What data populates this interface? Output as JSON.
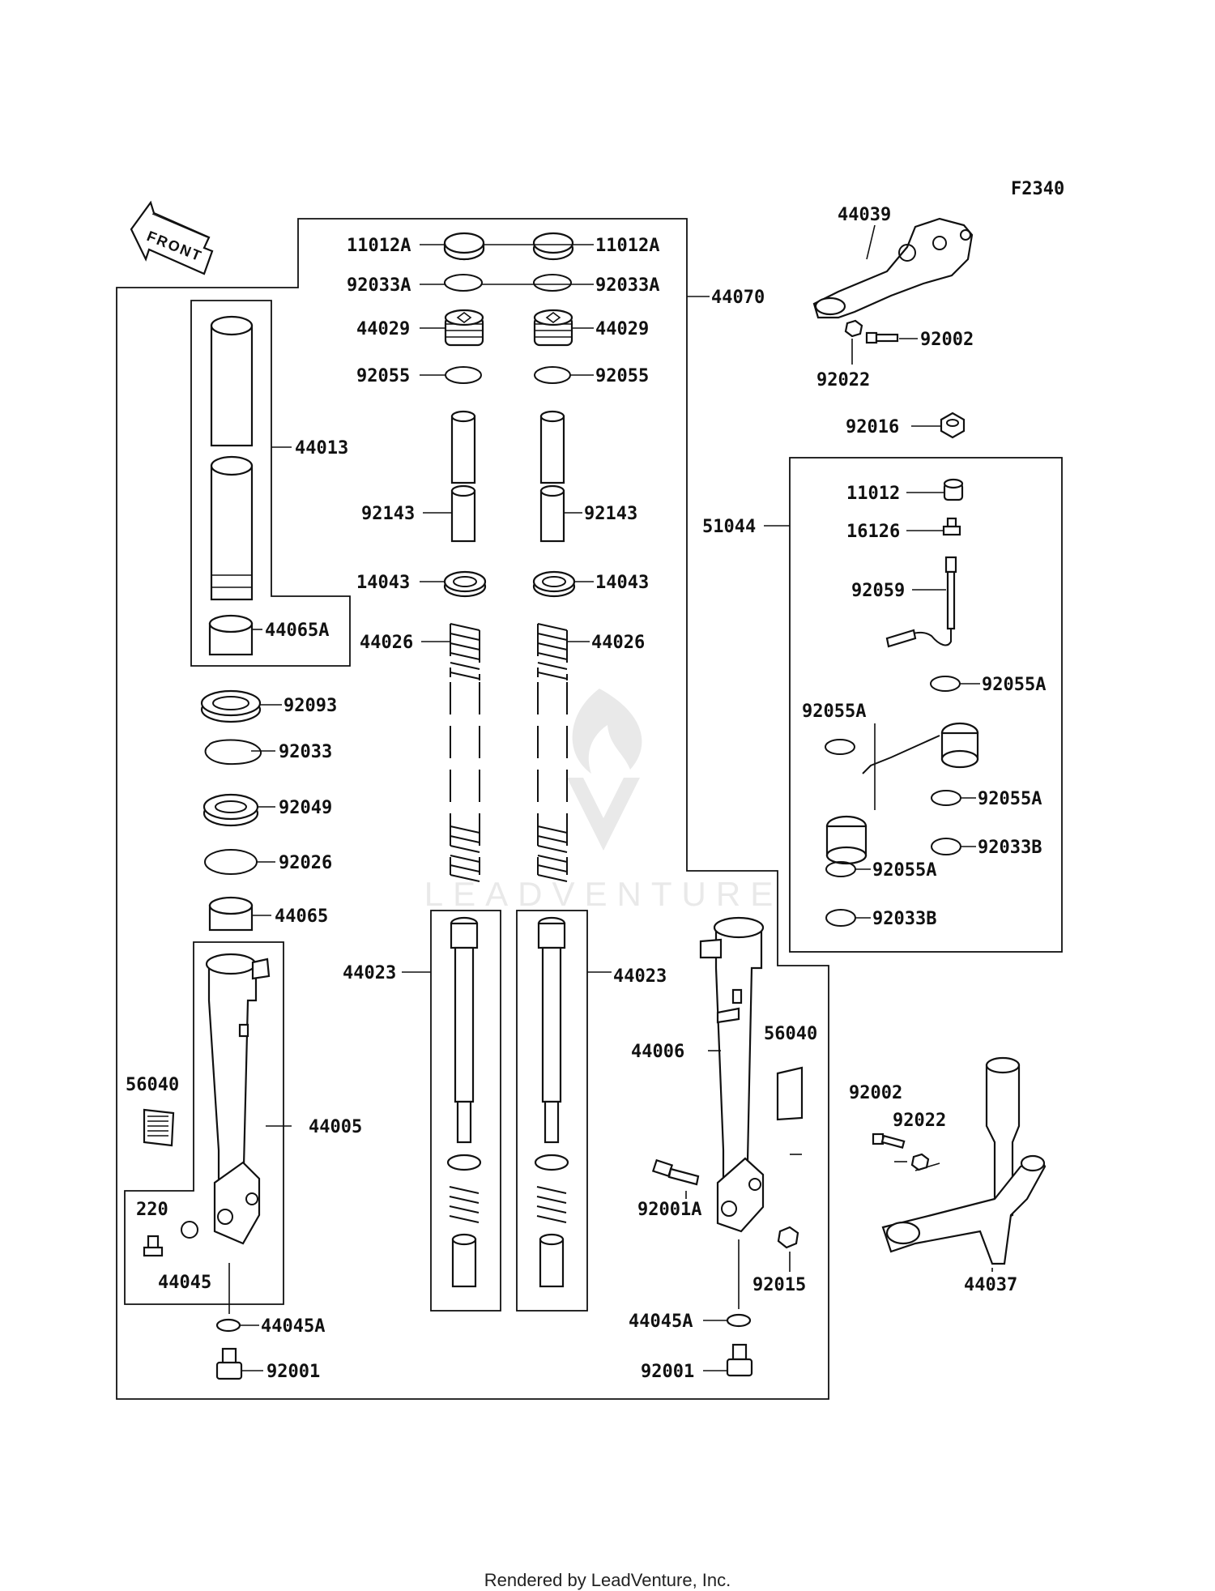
{
  "diagram_id": "F2340",
  "front_arrow_text": "FRONT",
  "watermark_text": "LEADVENTURE",
  "footer": "Rendered by LeadVenture, Inc.",
  "labels": {
    "l11012A_l": "11012A",
    "l11012A_r": "11012A",
    "l92033A_l": "92033A",
    "l92033A_r": "92033A",
    "l44029_l": "44029",
    "l44029_r": "44029",
    "l92055_l": "92055",
    "l92055_r": "92055",
    "l92143_l": "92143",
    "l92143_r": "92143",
    "l14043_l": "14043",
    "l14043_r": "14043",
    "l44026_l": "44026",
    "l44026_r": "44026",
    "l44023_l": "44023",
    "l44023_r": "44023",
    "l44070": "44070",
    "l44013": "44013",
    "l44065A": "44065A",
    "l92093": "92093",
    "l92033": "92033",
    "l92049": "92049",
    "l92026": "92026",
    "l44065": "44065",
    "l56040_l": "56040",
    "l56040_r": "56040",
    "l44005": "44005",
    "l220": "220",
    "l44045": "44045",
    "l44045A_l": "44045A",
    "l44045A_r": "44045A",
    "l92001_l": "92001",
    "l92001_r": "92001",
    "l44006": "44006",
    "l92001A": "92001A",
    "l92015": "92015",
    "l44039": "44039",
    "l92002_t": "92002",
    "l92002_b": "92002",
    "l92022_t": "92022",
    "l92022_b": "92022",
    "l92016": "92016",
    "l51044": "51044",
    "l11012": "11012",
    "l16126": "16126",
    "l92059": "92059",
    "l92055A_1": "92055A",
    "l92055A_2": "92055A",
    "l92055A_3": "92055A",
    "l92055A_4": "92055A",
    "l92033B_1": "92033B",
    "l92033B_2": "92033B",
    "l44037": "44037"
  }
}
